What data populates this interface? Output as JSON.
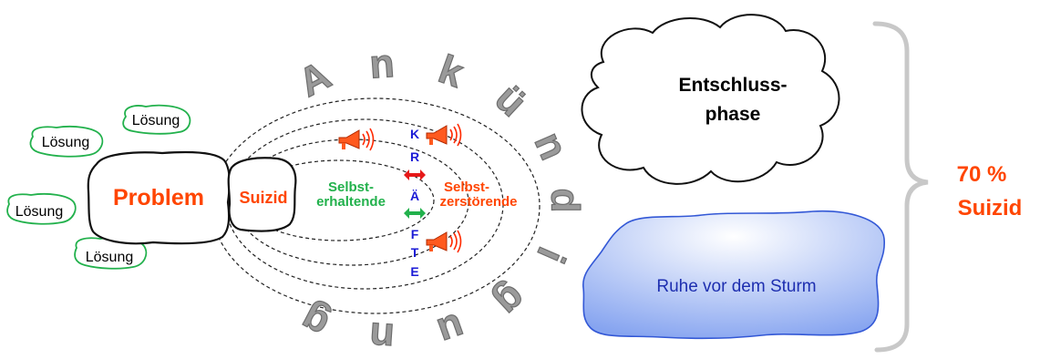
{
  "colors": {
    "solution_green": "#22b14c",
    "problem_red": "#ff4500",
    "kraefte_blue": "#1b1bd6",
    "arc_gray": "#9a9a9a",
    "calm_fill_light": "#ffffff",
    "calm_fill_dark": "#8aa8f2",
    "calm_stroke": "#3358d6",
    "brace_gray": "#c8c8c8",
    "megaphone": "#ff5a1f"
  },
  "solutions": [
    "Lösung",
    "Lösung",
    "Lösung",
    "Lösung"
  ],
  "problem": "Problem",
  "suicide": "Suizid",
  "self_preserving": [
    "Selbst-",
    "erhaltende"
  ],
  "self_destructive": [
    "Selbst-",
    "zerstörende"
  ],
  "forces_letters": [
    "K",
    "R",
    "Ä",
    "F",
    "T",
    "E"
  ],
  "announcement_letters": [
    "A",
    "n",
    "k",
    "ü",
    "n",
    "d",
    "i",
    "g",
    "u",
    "n",
    "g"
  ],
  "decision_phase": [
    "Entschluss-",
    "phase"
  ],
  "calm_before_storm": "Ruhe vor dem Sturm",
  "result": [
    "70 %",
    "Suizid"
  ],
  "icons": {
    "megaphone": "megaphone-icon",
    "double_arrow": "double-arrow-icon"
  }
}
